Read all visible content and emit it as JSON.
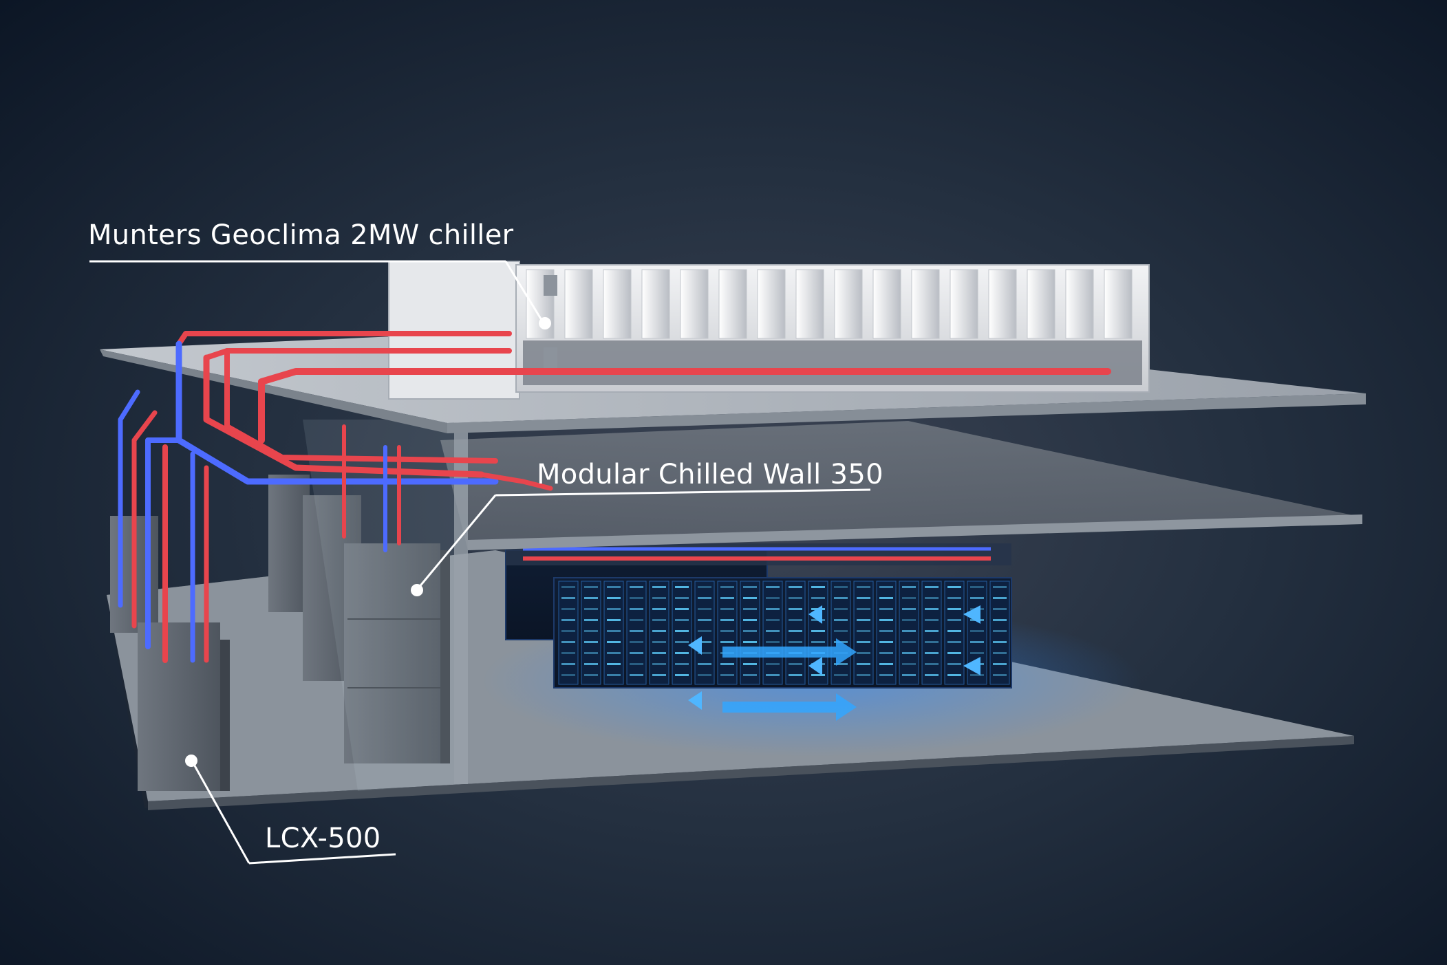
{
  "callouts": {
    "chiller": "Munters Geoclima 2MW chiller",
    "chilled_wall": "Modular Chilled Wall 350",
    "lcx": "LCX-500"
  },
  "colors": {
    "background": "#0e1a2a",
    "supply_pipe": "#e8454d",
    "return_pipe": "#4d6bff",
    "airflow": "#33a6ff",
    "label_text": "#ffffff"
  }
}
